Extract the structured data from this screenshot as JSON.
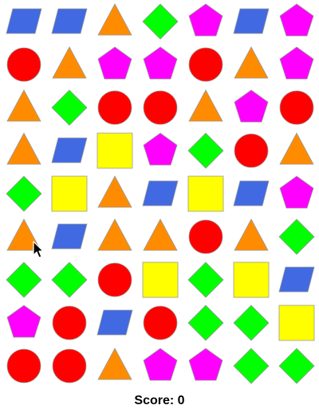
{
  "colors": {
    "diamond": "#00ff00",
    "circle": "#ff0000",
    "triangle": "#ff8c00",
    "pentagon": "#ff00ff",
    "square": "#ffff00",
    "parallelogram": "#4169e1",
    "stroke": "#999999"
  },
  "board": {
    "rows": 9,
    "cols": 7,
    "grid": [
      [
        "parallelogram",
        "parallelogram",
        "triangle",
        "diamond",
        "pentagon",
        "parallelogram",
        "pentagon"
      ],
      [
        "circle",
        "triangle",
        "pentagon",
        "pentagon",
        "circle",
        "triangle",
        "pentagon"
      ],
      [
        "triangle",
        "diamond",
        "circle",
        "circle",
        "triangle",
        "pentagon",
        "circle"
      ],
      [
        "triangle",
        "parallelogram",
        "square",
        "pentagon",
        "diamond",
        "circle",
        "triangle"
      ],
      [
        "diamond",
        "square",
        "triangle",
        "parallelogram",
        "square",
        "parallelogram",
        "pentagon"
      ],
      [
        "triangle",
        "parallelogram",
        "triangle",
        "triangle",
        "circle",
        "triangle",
        "diamond"
      ],
      [
        "diamond",
        "diamond",
        "circle",
        "square",
        "diamond",
        "square",
        "parallelogram"
      ],
      [
        "pentagon",
        "circle",
        "parallelogram",
        "circle",
        "diamond",
        "diamond",
        "square"
      ],
      [
        "circle",
        "circle",
        "triangle",
        "pentagon",
        "pentagon",
        "diamond",
        "diamond"
      ]
    ]
  },
  "score": {
    "label": "Score: 0"
  },
  "icons": {
    "cursor": "mouse-pointer-icon"
  }
}
